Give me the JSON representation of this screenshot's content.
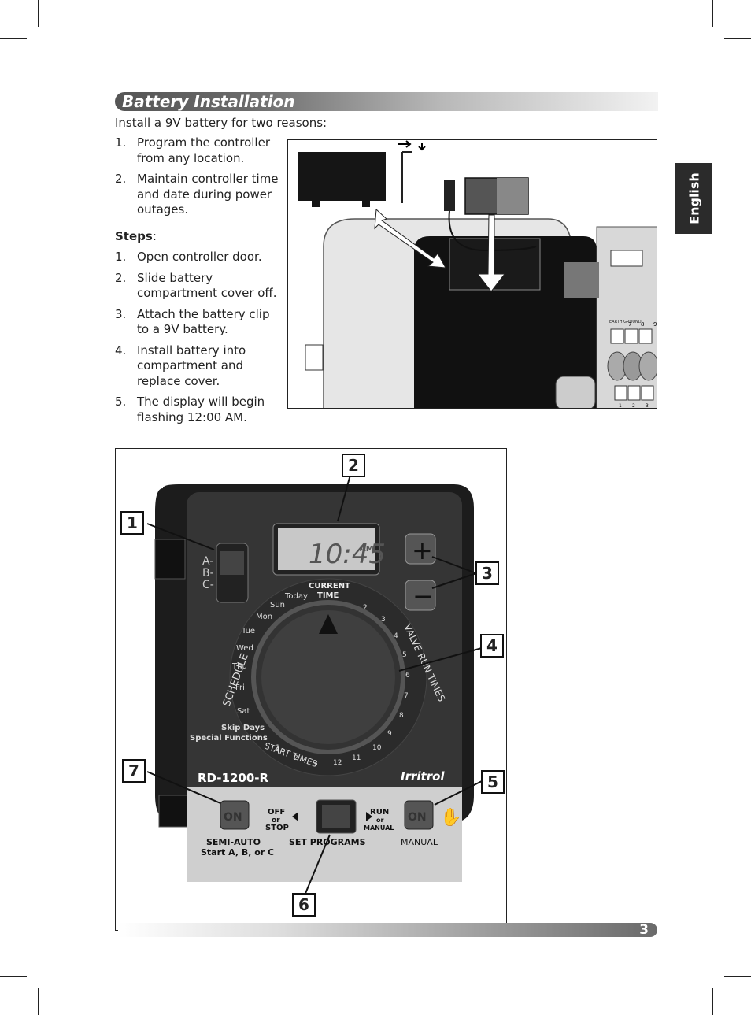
{
  "section": {
    "title": "Battery Installation"
  },
  "intro": "Install a 9V battery for two reasons:",
  "reasons": [
    {
      "num": "1.",
      "text": "Program the controller from any location."
    },
    {
      "num": "2.",
      "text": "Maintain controller time and date during power outages."
    }
  ],
  "steps_heading": {
    "label": "Steps",
    "suffix": ":"
  },
  "steps": [
    {
      "num": "1.",
      "text": "Open controller door."
    },
    {
      "num": "2.",
      "text": "Slide battery compartment cover off."
    },
    {
      "num": "3.",
      "text": "Attach the battery clip to a 9V battery."
    },
    {
      "num": "4.",
      "text": "Install battery into compartment and replace cover."
    },
    {
      "num": "5.",
      "text": "The display will begin flashing 12:00 AM."
    }
  ],
  "language_tab": "English",
  "page_number": "3",
  "figure1": {
    "terminal_label": "EARTH GROUND",
    "terminal_numbers_top": [
      "7",
      "8",
      "9"
    ],
    "terminal_numbers_bottom": [
      "1",
      "2",
      "3"
    ]
  },
  "controller": {
    "display_time": "10:45",
    "display_ampm": "AM",
    "program_letters": [
      "A-",
      "B-",
      "C-"
    ],
    "dial_top_label_1": "CURRENT",
    "dial_top_label_2": "TIME",
    "days": [
      "Today",
      "Sun",
      "Mon",
      "Tue",
      "Wed",
      "Thu",
      "Fri",
      "Sat"
    ],
    "schedule_label": "SCHEDULE",
    "valve_label": "VALVE RUN TIMES",
    "skip_days": "Skip Days",
    "special_functions": "Special Functions",
    "start_times_label": "START TIMES",
    "run_time_numbers": [
      "2",
      "3",
      "4",
      "5",
      "6",
      "7",
      "8",
      "9",
      "10",
      "11",
      "12"
    ],
    "start_numbers": [
      "1",
      "2",
      "3"
    ],
    "model": "RD-1200-R",
    "brand": "Irritrol",
    "left_on": "ON",
    "right_on": "ON",
    "off_label": "OFF",
    "or1": "or",
    "stop_label": "STOP",
    "run_label": "RUN",
    "or2": "or",
    "manual_small": "MANUAL",
    "semi_auto": "SEMI-AUTO",
    "semi_auto_sub": "Start A, B, or C",
    "set_programs": "SET PROGRAMS",
    "manual_label": "MANUAL",
    "plus_icon": "plus-icon",
    "minus_icon": "minus-icon"
  },
  "callouts": [
    "1",
    "2",
    "3",
    "4",
    "5",
    "6",
    "7"
  ]
}
